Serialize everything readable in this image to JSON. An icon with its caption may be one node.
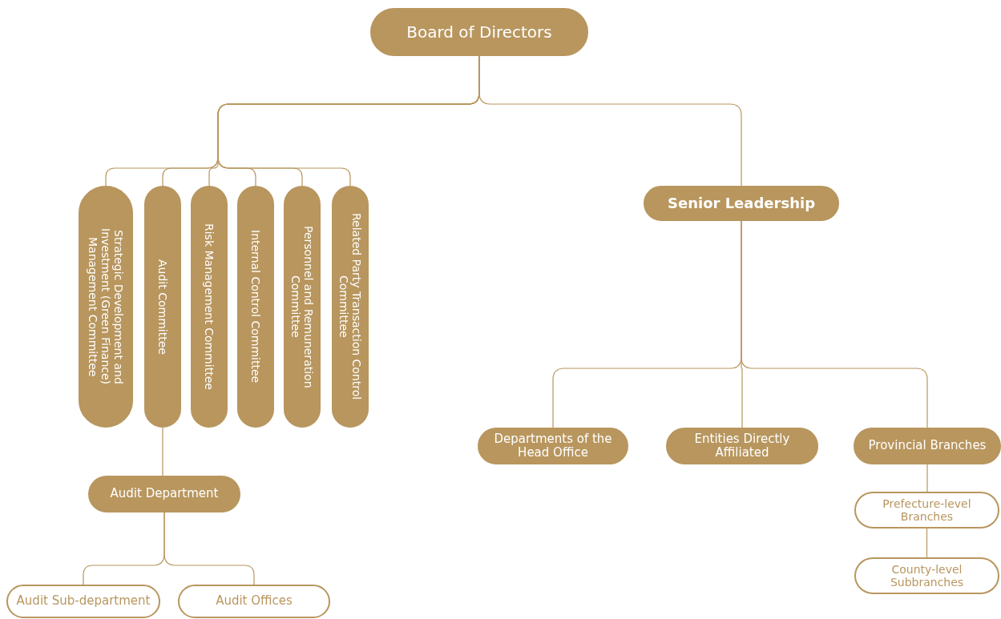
{
  "diagram": {
    "nodes": [
      {
        "text": [
          "Board of Directors"
        ]
      },
      {
        "text": [
          "Strategic Development and Investment (Green Finance) Management Committee"
        ]
      },
      {
        "text": [
          "Audit Committee"
        ]
      },
      {
        "text": [
          "Risk Management Committee"
        ]
      },
      {
        "text": [
          "Internal Control Committee"
        ]
      },
      {
        "text": [
          "Personnel and Remuneration Committee"
        ]
      },
      {
        "text": [
          "Related Party Transaction Control Committee"
        ]
      },
      {
        "text": [
          "Senior Leadership"
        ]
      },
      {
        "text": [
          "Audit Department"
        ]
      },
      {
        "text": [
          "Departments of the Head Office"
        ]
      },
      {
        "text": [
          "Entities Directly Affiliated"
        ]
      },
      {
        "text": [
          "Provincial Branches"
        ]
      },
      {
        "text": [
          "Audit Sub-department"
        ]
      },
      {
        "text": [
          "Audit Offices"
        ]
      },
      {
        "text": [
          "Prefecture-level Branches"
        ]
      },
      {
        "text": [
          "County-level Subbranches"
        ]
      }
    ],
    "edges": [
      {
        "from": 0,
        "to": 1,
        "arrow": "none"
      },
      {
        "from": 0,
        "to": 2,
        "arrow": "none"
      },
      {
        "from": 0,
        "to": 3,
        "arrow": "none"
      },
      {
        "from": 0,
        "to": 4,
        "arrow": "none"
      },
      {
        "from": 0,
        "to": 5,
        "arrow": "none"
      },
      {
        "from": 0,
        "to": 6,
        "arrow": "none"
      },
      {
        "from": 0,
        "to": 7,
        "arrow": "none"
      },
      {
        "from": 2,
        "to": 8,
        "arrow": "none"
      },
      {
        "from": 8,
        "to": 12,
        "arrow": "none"
      },
      {
        "from": 8,
        "to": 13,
        "arrow": "none"
      },
      {
        "from": 7,
        "to": 9,
        "arrow": "none"
      },
      {
        "from": 7,
        "to": 10,
        "arrow": "none"
      },
      {
        "from": 7,
        "to": 11,
        "arrow": "none"
      },
      {
        "from": 11,
        "to": 14,
        "arrow": "none"
      },
      {
        "from": 14,
        "to": 15,
        "arrow": "none"
      }
    ]
  }
}
